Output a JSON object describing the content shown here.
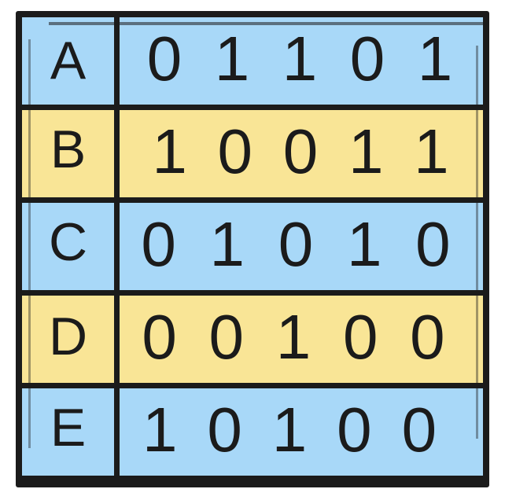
{
  "figure": {
    "kind": "binary-matrix-table",
    "background_color": "#ffffff",
    "border_color": "#1b1b1b",
    "row_colors": {
      "blue": "#a8d8f8",
      "yellow": "#f9e596"
    },
    "text_color": "#1b1b1b",
    "column_count": 2,
    "digit_count_per_row": 5
  },
  "rows": [
    {
      "label": "A",
      "color": "blue",
      "digits": [
        "0",
        "1",
        "1",
        "0",
        "1"
      ],
      "bitstring": "01101"
    },
    {
      "label": "B",
      "color": "yellow",
      "digits": [
        "1",
        "0",
        "0",
        "1",
        "1"
      ],
      "bitstring": "10011"
    },
    {
      "label": "C",
      "color": "blue",
      "digits": [
        "0",
        "1",
        "0",
        "1",
        "0"
      ],
      "bitstring": "01010"
    },
    {
      "label": "D",
      "color": "yellow",
      "digits": [
        "0",
        "0",
        "1",
        "0",
        "0"
      ],
      "bitstring": "00100"
    },
    {
      "label": "E",
      "color": "blue",
      "digits": [
        "1",
        "0",
        "1",
        "0",
        "0"
      ],
      "bitstring": "10100"
    }
  ]
}
